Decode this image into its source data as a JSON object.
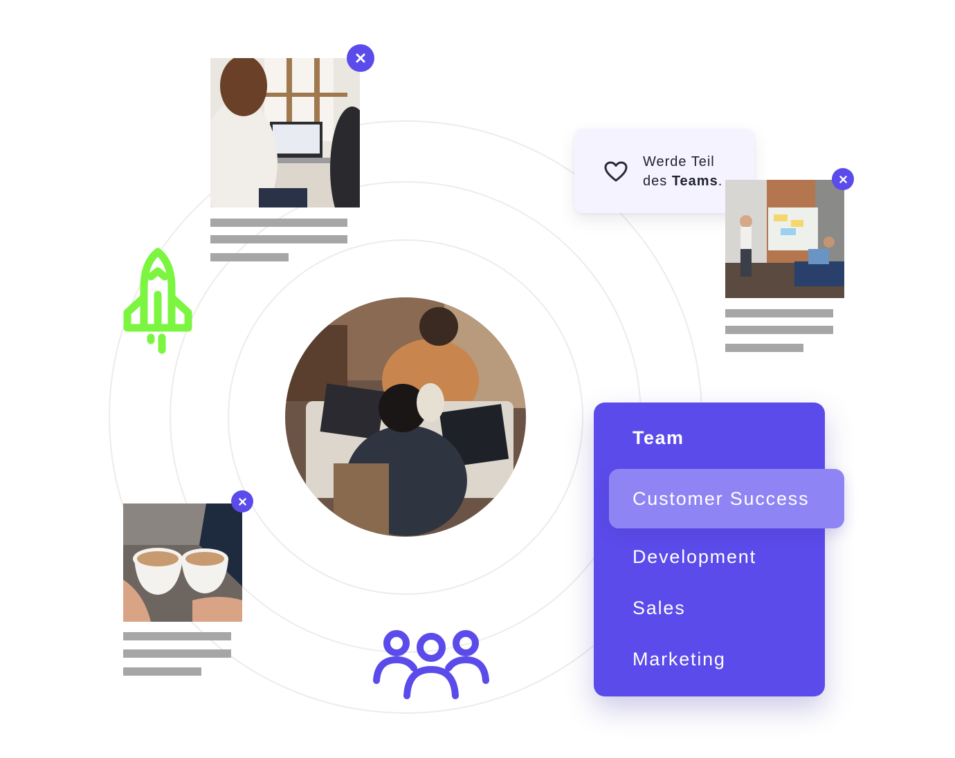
{
  "join_card": {
    "line1": "Werde Teil",
    "line2_prefix": "des ",
    "line2_bold": "Teams",
    "line2_suffix": "."
  },
  "team_menu": {
    "title": "Team",
    "items": [
      {
        "label": "Customer Success",
        "selected": true
      },
      {
        "label": "Development",
        "selected": false
      },
      {
        "label": "Sales",
        "selected": false
      },
      {
        "label": "Marketing",
        "selected": false
      }
    ]
  },
  "icons": {
    "rocket": "rocket-icon",
    "team": "team-icon",
    "heart": "heart-icon",
    "close": "close-icon"
  },
  "colors": {
    "accent": "#5B4BEA",
    "accent_light": "#8F84F4",
    "rocket_green": "#7CF540",
    "card_bg": "#F4F3FF",
    "placeholder_gray": "#A6A6A6"
  }
}
